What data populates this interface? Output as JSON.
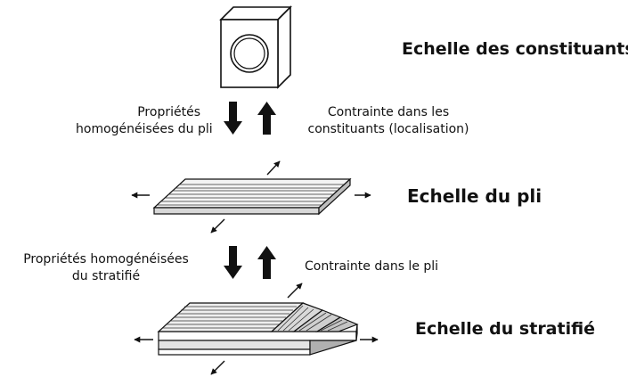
{
  "scales": {
    "constituents": "Echelle des constituants",
    "ply": "Echelle du pli",
    "laminate": "Echelle du stratifié"
  },
  "transitions": {
    "ply_to_constituents": {
      "down_line1": "Propriétés",
      "down_line2": "homogénéisées du pli",
      "up_line1": "Contrainte dans les",
      "up_line2": "constituants (localisation)"
    },
    "laminate_to_ply": {
      "down_line1": "Propriétés homogénéisées",
      "down_line2": "du stratifié",
      "up_line1": "Contrainte dans le pli"
    }
  }
}
